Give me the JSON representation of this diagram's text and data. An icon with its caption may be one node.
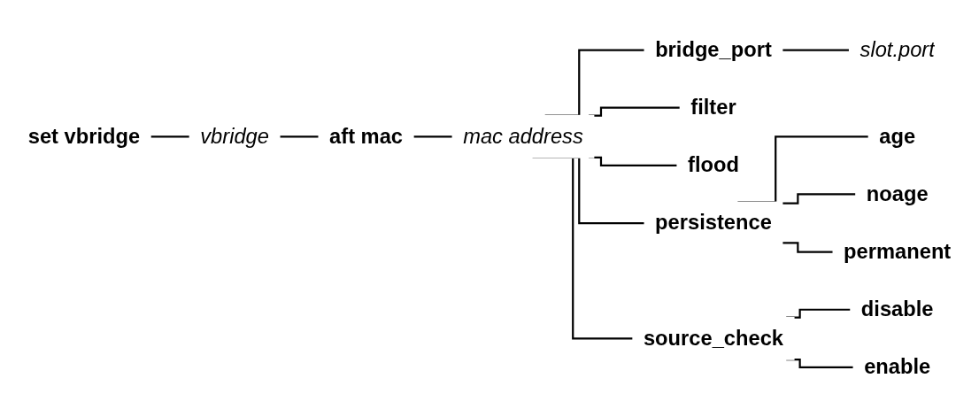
{
  "diagram": {
    "nodes": [
      {
        "text": [
          "set vbridge"
        ]
      },
      {
        "text": [
          "vbridge"
        ]
      },
      {
        "text": [
          "aft mac"
        ]
      },
      {
        "text": [
          "mac address"
        ]
      },
      {
        "text": [
          "bridge_port"
        ]
      },
      {
        "text": [
          "slot.port"
        ]
      },
      {
        "text": [
          "filter"
        ]
      },
      {
        "text": [
          "flood"
        ]
      },
      {
        "text": [
          "persistence"
        ]
      },
      {
        "text": [
          "age"
        ]
      },
      {
        "text": [
          "noage"
        ]
      },
      {
        "text": [
          "permanent"
        ]
      },
      {
        "text": [
          "source_check"
        ]
      },
      {
        "text": [
          "disable"
        ]
      },
      {
        "text": [
          "enable"
        ]
      }
    ],
    "edges": [
      {
        "from": 0,
        "to": 1,
        "arrow": "none"
      },
      {
        "from": 1,
        "to": 2,
        "arrow": "none"
      },
      {
        "from": 2,
        "to": 3,
        "arrow": "none"
      },
      {
        "from": 3,
        "to": 4,
        "arrow": "none"
      },
      {
        "from": 4,
        "to": 5,
        "arrow": "none"
      },
      {
        "from": 3,
        "to": 6,
        "arrow": "none"
      },
      {
        "from": 3,
        "to": 7,
        "arrow": "none"
      },
      {
        "from": 3,
        "to": 8,
        "arrow": "none"
      },
      {
        "from": 8,
        "to": 9,
        "arrow": "none"
      },
      {
        "from": 8,
        "to": 10,
        "arrow": "none"
      },
      {
        "from": 8,
        "to": 11,
        "arrow": "none"
      },
      {
        "from": 3,
        "to": 12,
        "arrow": "none"
      },
      {
        "from": 12,
        "to": 13,
        "arrow": "none"
      },
      {
        "from": 12,
        "to": 14,
        "arrow": "none"
      }
    ]
  }
}
